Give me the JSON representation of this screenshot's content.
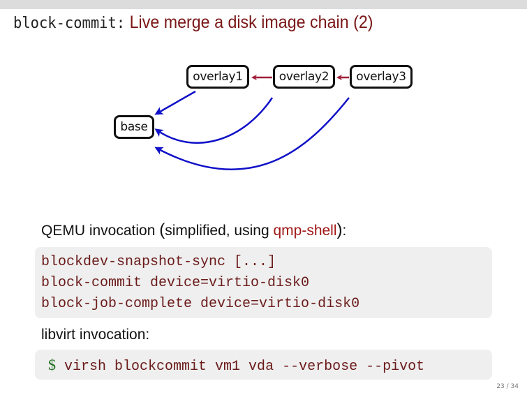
{
  "slide": {
    "title_code": "block-commit:",
    "title_text": " Live merge a disk image chain (2)",
    "page_number": "23 / 34"
  },
  "diagram": {
    "nodes": [
      {
        "id": "overlay1",
        "label": "overlay1"
      },
      {
        "id": "overlay2",
        "label": "overlay2"
      },
      {
        "id": "overlay3",
        "label": "overlay3"
      },
      {
        "id": "base",
        "label": "base"
      }
    ],
    "edges": [
      {
        "from": "overlay2",
        "to": "overlay1",
        "color": "#a0203a",
        "kind": "backing-chain"
      },
      {
        "from": "overlay3",
        "to": "overlay2",
        "color": "#a0203a",
        "kind": "backing-chain"
      },
      {
        "from": "overlay1",
        "to": "base",
        "color": "#1010c8",
        "kind": "commit"
      },
      {
        "from": "overlay2",
        "to": "base",
        "color": "#1010c8",
        "kind": "commit"
      },
      {
        "from": "overlay3",
        "to": "base",
        "color": "#1010c8",
        "kind": "commit"
      }
    ]
  },
  "qemu": {
    "intro_prefix": "QEMU invocation ",
    "paren_open": "(",
    "intro_middle": "simplified, using ",
    "intro_accent": "qmp-shell",
    "paren_close": ")",
    "intro_suffix": ":",
    "code_lines": [
      "blockdev-snapshot-sync [...]",
      "block-commit device=virtio-disk0",
      "block-job-complete device=virtio-disk0"
    ]
  },
  "libvirt": {
    "intro": "libvirt invocation:",
    "prompt": "$",
    "command": "virsh blockcommit vm1 vda --verbose --pivot"
  }
}
